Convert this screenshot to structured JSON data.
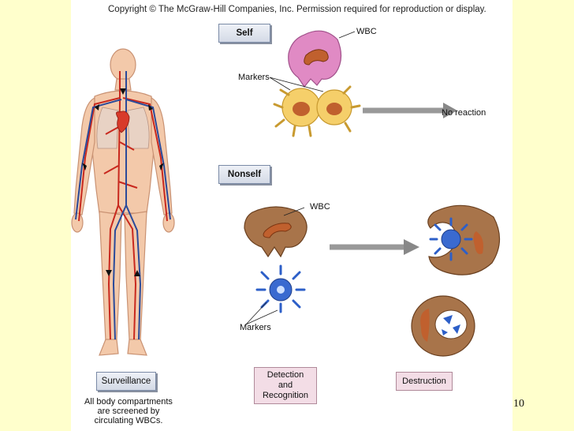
{
  "copyright": "Copyright © The McGraw-Hill Companies, Inc. Permission required for reproduction or display.",
  "labels": {
    "self": "Self",
    "nonself": "Nonself",
    "wbc_top": "WBC",
    "wbc_mid": "WBC",
    "markers_top": "Markers",
    "markers_bottom": "Markers",
    "no_reaction": "No reaction"
  },
  "captions": {
    "surveillance": "Surveillance",
    "surveillance_note": [
      "All body compartments",
      "are screened by",
      "circulating WBCs."
    ],
    "detection": [
      "Detection",
      "and",
      "Recognition"
    ],
    "destruction": "Destruction"
  },
  "page_number": "10",
  "colors": {
    "background": "#ffffcc",
    "wbc_self": "#e08ac4",
    "self_cell": "#f5cf6a",
    "wbc_nonself": "#a8744a",
    "foreign_cell": "#2d5fc8",
    "nucleus": "#c0602e",
    "artery": "#c8281e",
    "vein": "#2a4a9a"
  }
}
